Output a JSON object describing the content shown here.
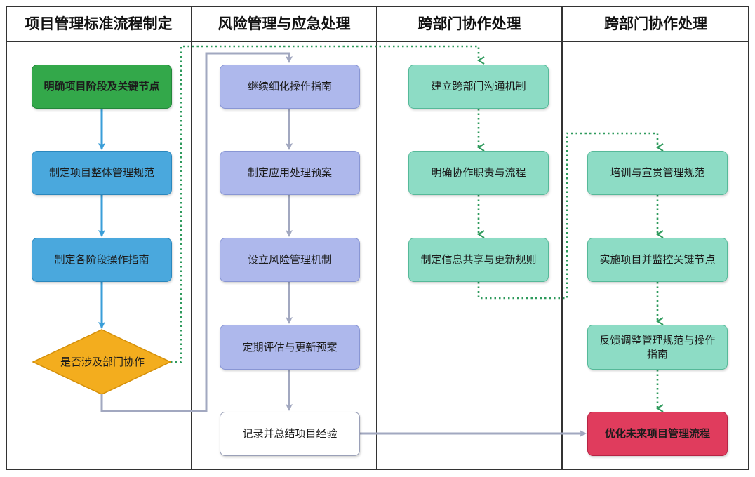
{
  "lanes": [
    {
      "title": "项目管理标准流程制定"
    },
    {
      "title": "风险管理与应急处理"
    },
    {
      "title": "跨部门协作处理"
    },
    {
      "title": "跨部门协作处理"
    }
  ],
  "nodes": {
    "n1": "明确项目阶段及关键节点",
    "n2": "制定项目整体管理规范",
    "n3": "制定各阶段操作指南",
    "decision": "是否涉及部门协作",
    "r1": "继续细化操作指南",
    "r2": "制定应用处理预案",
    "r3": "设立风险管理机制",
    "r4": "定期评估与更新预案",
    "r5": "记录并总结项目经验",
    "c1": "建立跨部门沟通机制",
    "c2": "明确协作职责与流程",
    "c3": "制定信息共享与更新规则",
    "d1": "培训与宣贯管理规范",
    "d2": "实施项目并监控关键节点",
    "d3": "反馈调整管理规范与操作指南",
    "d4": "优化未来项目管理流程"
  },
  "colors": {
    "start": "#33a84a",
    "process_blue": "#4aa8dd",
    "decision": "#f3ad1e",
    "risk": "#aeb8ec",
    "collab": "#8ddcc5",
    "end": "#e03c5d",
    "arrow_blue": "#3a9ed8",
    "arrow_gray": "#a2a8c0",
    "arrow_green": "#2e9a5c"
  }
}
